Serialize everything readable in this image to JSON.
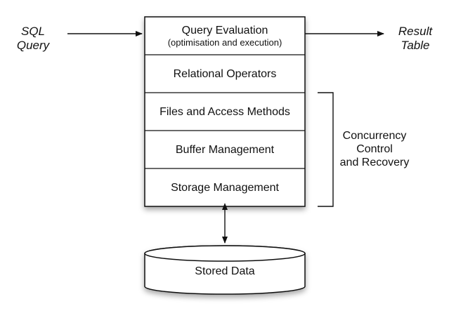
{
  "input": {
    "line1": "SQL",
    "line2": "Query"
  },
  "output": {
    "line1": "Result",
    "line2": "Table"
  },
  "stack": {
    "layers": [
      {
        "label": "Query Evaluation",
        "sublabel": "(optimisation and execution)"
      },
      {
        "label": "Relational Operators"
      },
      {
        "label": "Files and Access Methods"
      },
      {
        "label": "Buffer Management"
      },
      {
        "label": "Storage Management"
      }
    ]
  },
  "bracket": {
    "line1": "Concurrency",
    "line2": "Control",
    "line3": "and Recovery"
  },
  "storage": {
    "label": "Stored Data"
  }
}
